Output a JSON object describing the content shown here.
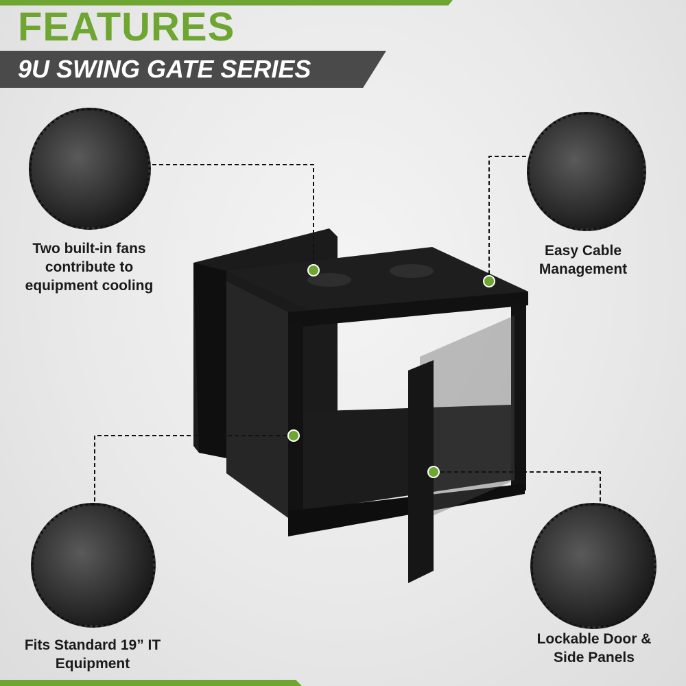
{
  "header": {
    "title": "FEATURES",
    "subtitle": "9U SWING GATE SERIES"
  },
  "features": [
    {
      "label_lines": [
        "Two built-in fans",
        "contribute to",
        "equipment cooling"
      ],
      "icon": "fan-closeup"
    },
    {
      "label_lines": [
        "Easy Cable",
        "Management"
      ],
      "icon": "cable-rail-closeup"
    },
    {
      "label_lines": [
        "Fits Standard 19” IT",
        "Equipment"
      ],
      "icon": "base-closeup"
    },
    {
      "label_lines": [
        "Lockable Door &",
        "Side Panels"
      ],
      "icon": "lock-key-closeup"
    }
  ],
  "colors": {
    "accent": "#6fa632",
    "banner": "#4a4a4a",
    "cabinet": "#151515"
  }
}
